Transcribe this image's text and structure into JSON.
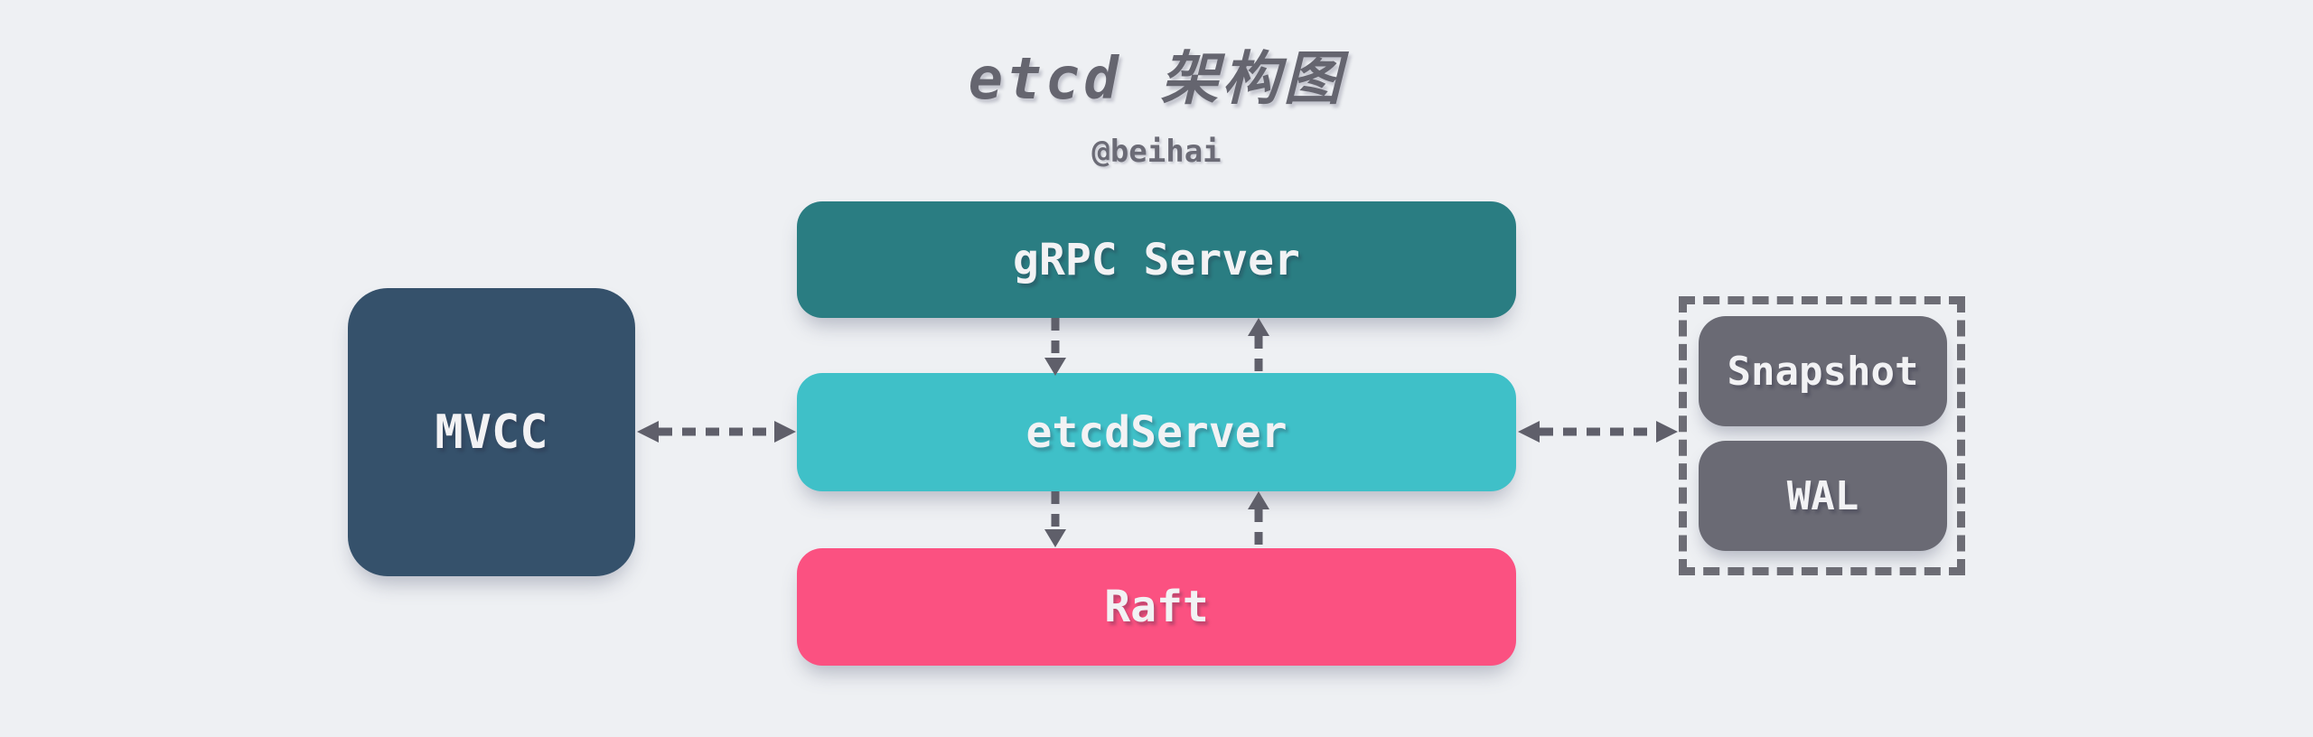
{
  "title": "etcd 架构图",
  "author": "@beihai",
  "nodes": {
    "grpc_server": {
      "label": "gRPC Server"
    },
    "etcd_server": {
      "label": "etcdServer"
    },
    "raft": {
      "label": "Raft"
    },
    "mvcc": {
      "label": "MVCC"
    },
    "snapshot": {
      "label": "Snapshot"
    },
    "wal": {
      "label": "WAL"
    }
  },
  "connections": [
    {
      "from": "grpc_server",
      "to": "etcd_server",
      "style": "dashed-down-arrow"
    },
    {
      "from": "etcd_server",
      "to": "grpc_server",
      "style": "dashed-up-arrow"
    },
    {
      "from": "etcd_server",
      "to": "raft",
      "style": "dashed-down-arrow"
    },
    {
      "from": "raft",
      "to": "etcd_server",
      "style": "dashed-up-arrow"
    },
    {
      "from": "mvcc",
      "to": "etcd_server",
      "style": "dashed-double-arrow"
    },
    {
      "from": "etcd_server",
      "to": "storage_group",
      "style": "dashed-double-arrow"
    }
  ],
  "colors": {
    "bg": "#eef0f3",
    "grpc": "#2a7d82",
    "etcd": "#3fc0c8",
    "raft": "#fb5181",
    "mvcc": "#35516b",
    "storage": "#6a6a74",
    "storage-border": "#6d6d75",
    "arrow": "#5f5f6a",
    "title": "#65656f",
    "author": "#6b6b76",
    "label": "#f2f2f4"
  }
}
